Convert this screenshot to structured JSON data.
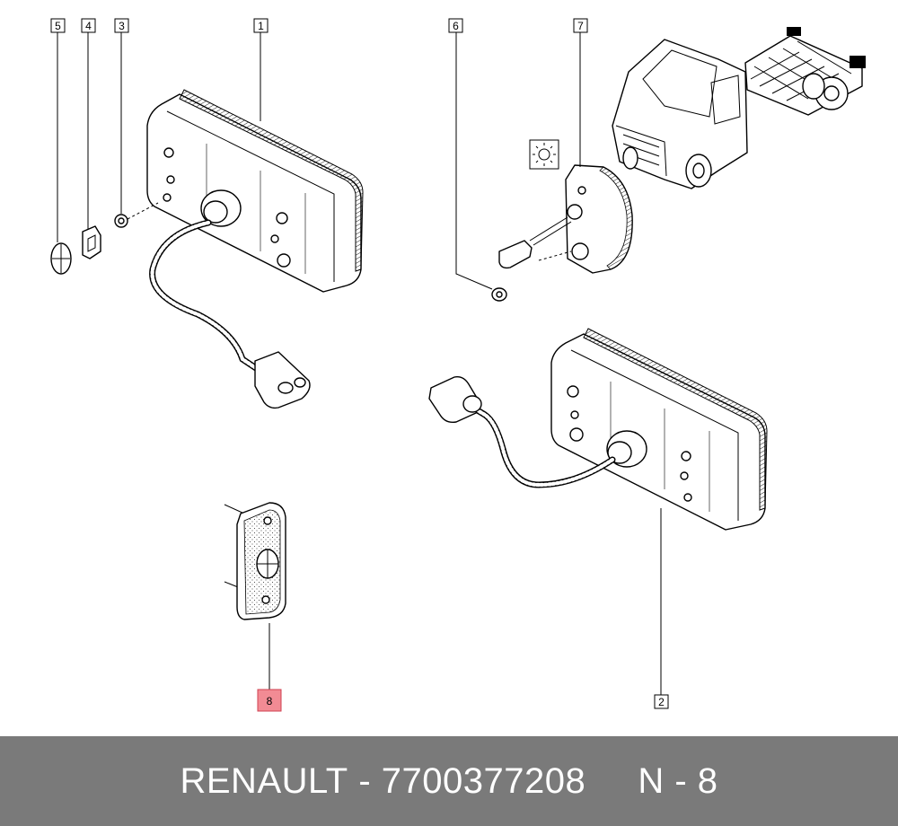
{
  "callouts": [
    "5",
    "4",
    "3",
    "1",
    "6",
    "7",
    "2",
    "8"
  ],
  "highlighted_callout": "8",
  "colors": {
    "highlight": "#f28b94",
    "footer_background": "#7a7a7a",
    "footer_text": "#ffffff"
  },
  "icons": {
    "lamp_symbol": "light-bulb-icon"
  },
  "footer": {
    "brand": "RENAULT",
    "separator1": " - ",
    "part_number": "7700377208",
    "spacer": "     ",
    "ref_prefix": "N",
    "separator2": " - ",
    "ref_number": "8"
  }
}
